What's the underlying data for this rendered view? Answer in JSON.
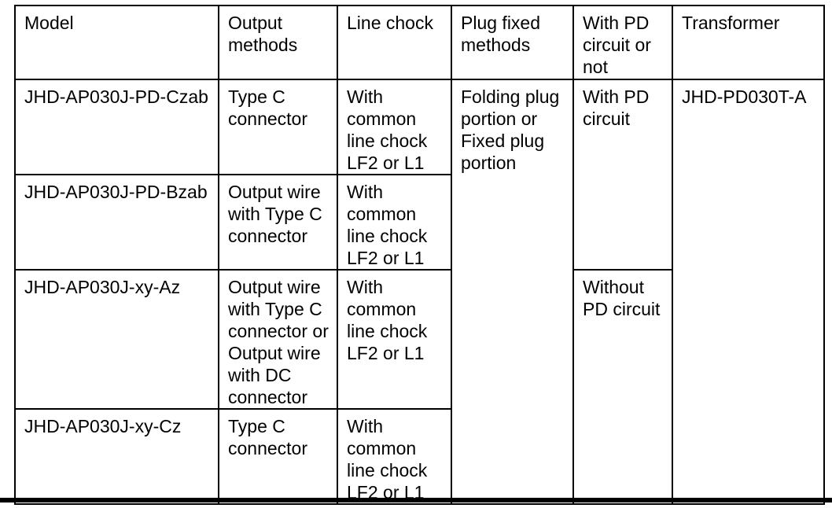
{
  "page": {
    "background_color": "#ffffff",
    "text_color": "#000000",
    "border_color": "#000000"
  },
  "table": {
    "columns": [
      "Model",
      "Output\nmethods",
      "Line chock",
      "Plug fixed\nmethods",
      "With PD\ncircuit or\nnot",
      "Transformer"
    ],
    "rows": [
      {
        "model": "JHD-AP030J-PD-Czab",
        "output_methods": "Type C\nconnector",
        "line_chock": "With\ncommon\nline chock\nLF2 or L1"
      },
      {
        "model": "JHD-AP030J-PD-Bzab",
        "output_methods": "Output wire\nwith Type C\nconnector",
        "line_chock": "With\ncommon\nline chock\nLF2 or L1"
      },
      {
        "model": "JHD-AP030J-xy-Az",
        "output_methods": "Output wire\nwith Type C\nconnector or\nOutput wire\nwith DC\nconnector",
        "line_chock": "With\ncommon\nline chock\nLF2 or L1"
      },
      {
        "model": "JHD-AP030J-xy-Cz",
        "output_methods": "Type C\nconnector",
        "line_chock": "With\ncommon\nline chock\nLF2 or L1"
      }
    ],
    "merged_cells": {
      "plug_fixed_methods": "Folding plug\nportion or\nFixed plug\nportion",
      "pd_circuit_top": "With PD\ncircuit",
      "pd_circuit_bottom": "Without\nPD circuit",
      "transformer": "JHD-PD030T-A"
    }
  }
}
